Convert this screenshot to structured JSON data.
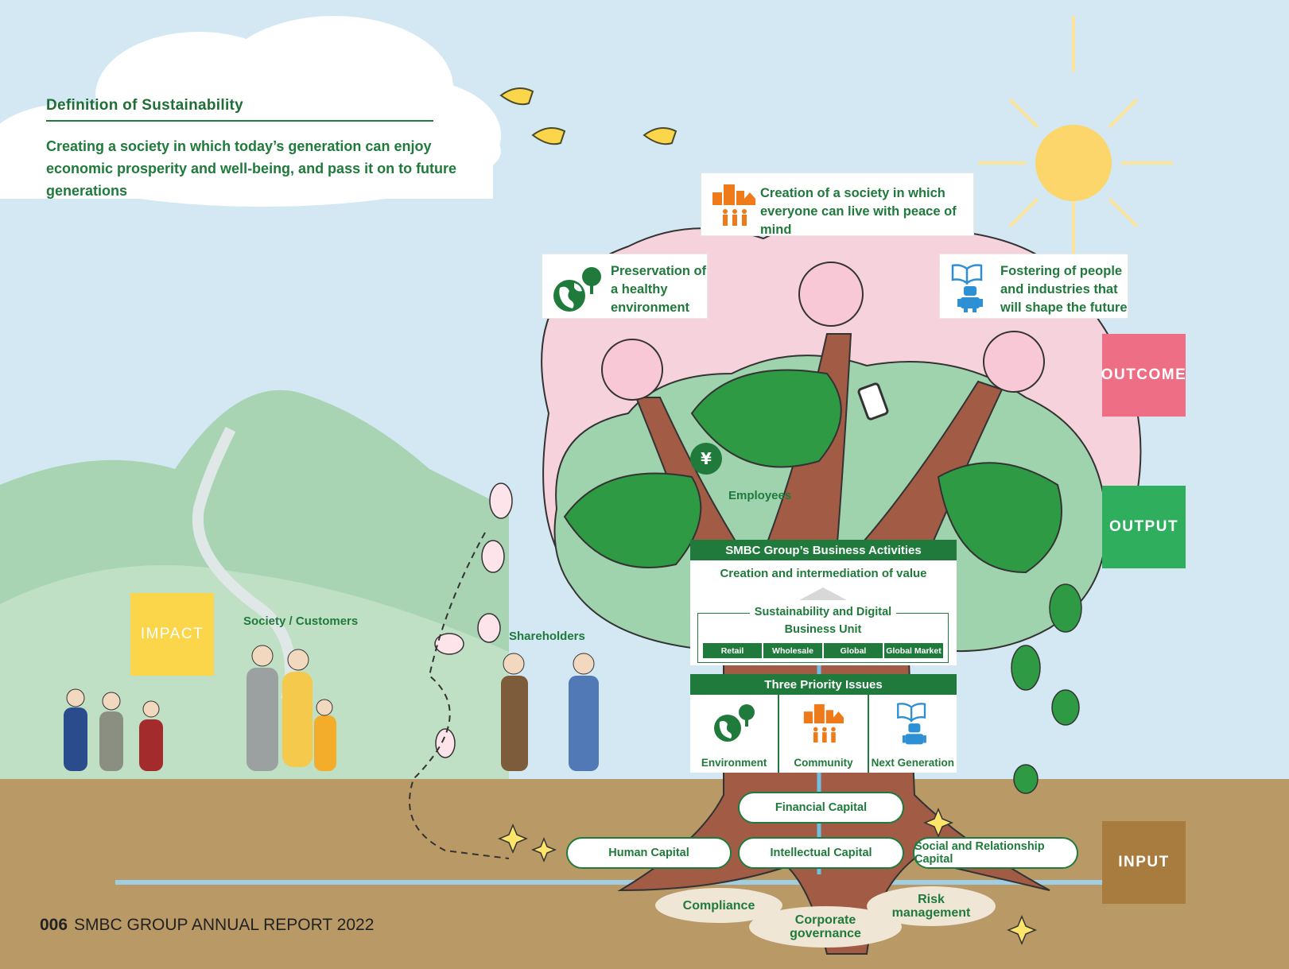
{
  "definition": {
    "title": "Definition of Sustainability",
    "text_line1": "Creating a society in which today’s generation can enjoy",
    "text_line2": "economic prosperity and well-being, and pass it on to future generations"
  },
  "outcomes": {
    "society": {
      "line1": "Creation of a society in which",
      "line2": "everyone can live with peace of mind"
    },
    "environment": {
      "line1": "Preservation of",
      "line2": "a healthy",
      "line3": "environment"
    },
    "future": {
      "line1": "Fostering of people",
      "line2": "and industries that",
      "line3": "will shape the future"
    }
  },
  "side_labels": {
    "outcome": "OUTCOME",
    "output": "OUTPUT",
    "input": "INPUT",
    "impact": "IMPACT"
  },
  "side_colors": {
    "outcome": "#ee6f85",
    "output": "#2fae5d",
    "input": "#a87c3f",
    "impact": "#fbd54a"
  },
  "stakeholders": {
    "employees": "Employees",
    "society": "Society / Customers",
    "shareholders": "Shareholders"
  },
  "business": {
    "header": "SMBC Group’s Business Activities",
    "subheader": "Creation and intermediation of value",
    "unit_line1": "Sustainability and Digital",
    "unit_line2": "Business Unit",
    "units": [
      "Retail",
      "Wholesale",
      "Global",
      "Global Market"
    ]
  },
  "priorities": {
    "header": "Three Priority Issues",
    "items": [
      "Environment",
      "Community",
      "Next Generation"
    ]
  },
  "capitals": {
    "financial": "Financial Capital",
    "human": "Human Capital",
    "intellectual": "Intellectual Capital",
    "social": "Social and Relationship Capital"
  },
  "governance": {
    "compliance": "Compliance",
    "corporate_line1": "Corporate",
    "corporate_line2": "governance",
    "risk_line1": "Risk",
    "risk_line2": "management"
  },
  "footer": {
    "page": "006",
    "title": "SMBC GROUP ANNUAL REPORT 2022"
  },
  "colors": {
    "brand_green": "#1f7a3b",
    "orange": "#ee7a1a",
    "blue": "#2d8fd4"
  },
  "icons": [
    "bird-icon",
    "sun-icon",
    "globe-icon",
    "tree-icon",
    "buildings-icon",
    "people-icon",
    "book-icon",
    "robot-icon",
    "smartphone-icon",
    "wallet-yen-icon",
    "sparkle-icon"
  ]
}
